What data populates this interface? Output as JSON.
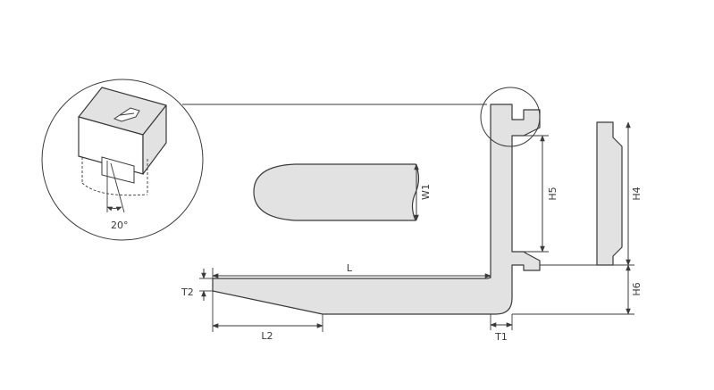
{
  "labels": {
    "L": "L",
    "L2": "L2",
    "T1": "T1",
    "T2": "T2",
    "W1": "W1",
    "H4": "H4",
    "H5": "H5",
    "H6": "H6",
    "angle": "20°"
  },
  "colors": {
    "fill": "#e2e2e2",
    "stroke": "#3a3a3a",
    "background": "#ffffff"
  }
}
